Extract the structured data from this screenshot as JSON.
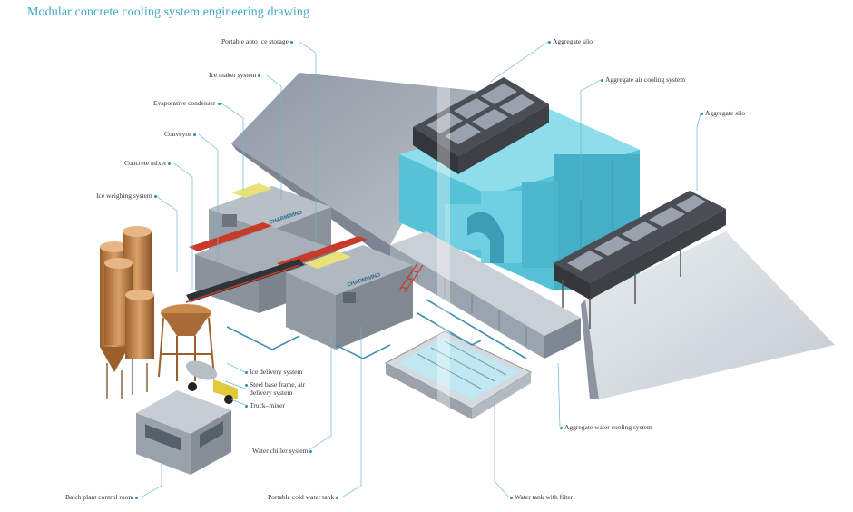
{
  "title": "Modular concrete cooling system engineering drawing",
  "labels": {
    "portable_ice_storage": "Portable auto ice storage",
    "ice_maker": "Ice maker system",
    "evaporative_condenser": "Evaporative condenser",
    "conveyor": "Conveyor",
    "concrete_mixer": "Concrete mixer",
    "ice_weighing": "Ice weighing system",
    "aggregate_silo_1": "Aggregate silo",
    "aggregate_air_cooling": "Aggregate air cooling system",
    "aggregate_silo_2": "Aggregate silo",
    "ice_delivery": "Ice delivery system",
    "steel_base_1": "Steel base frame, air",
    "steel_base_2": "delivery system",
    "truck_mixer": "Truck–mixer",
    "water_chiller": "Water chiller system",
    "aggregate_water_cooling": "Aggregate water cooling system",
    "batch_plant_room": "Batch plant control room",
    "portable_cold_water_tank": "Portable cold water tank",
    "water_tank_filter": "Water tank with filter"
  },
  "unit_brand": "CHARMWIND",
  "colors": {
    "title": "#3aa7c8",
    "leader": "#2b8fb4",
    "cyan_structure": "#5fc8dc",
    "grey_module": "#a9b2bb",
    "silo_brown": "#c98a4e",
    "yellow_panel": "#e9e27a",
    "red_frame": "#c83a2a"
  }
}
